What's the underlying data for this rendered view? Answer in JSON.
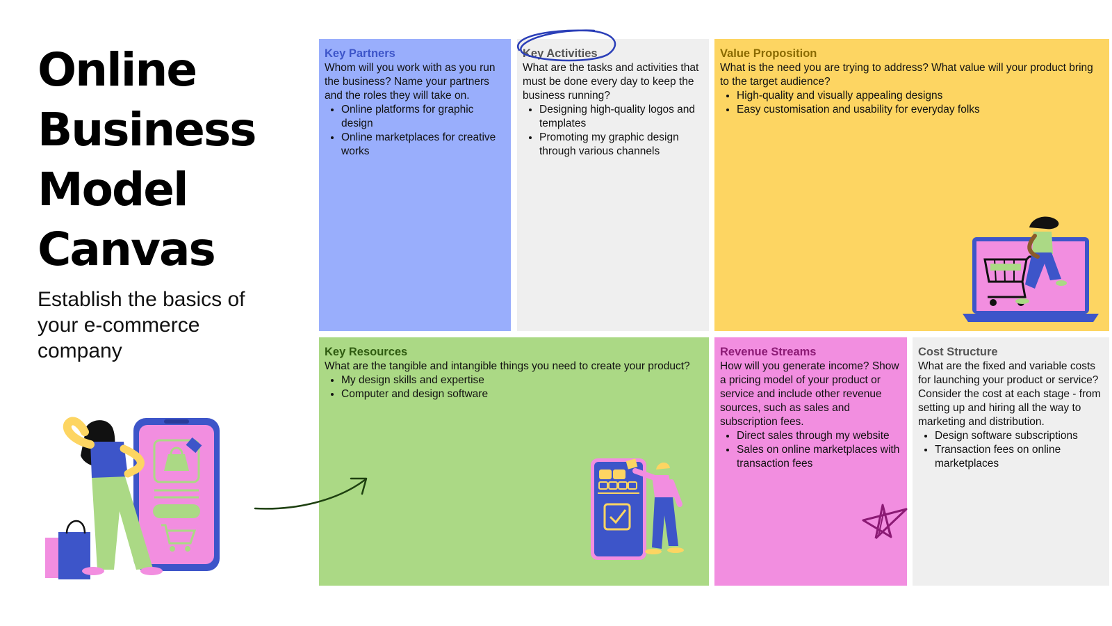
{
  "title_lines": [
    "Online",
    "Business",
    "Model",
    "Canvas"
  ],
  "subtitle": "Establish the basics of your e-commerce company",
  "colors": {
    "key_partners_bg": "#99aefc",
    "key_activities_bg": "#efefef",
    "value_proposition_bg": "#fdd562",
    "key_resources_bg": "#abd985",
    "revenue_streams_bg": "#f28ee0",
    "cost_structure_bg": "#efefef",
    "accent_blue": "#3d55c9"
  },
  "icons": [
    "shopper-with-phone-illustration",
    "laptop-shopping-cart-illustration",
    "phone-vending-illustration",
    "curved-arrow-icon",
    "star-doodle-icon",
    "circle-highlight-doodle"
  ],
  "key_partners": {
    "heading": "Key Partners",
    "question": "Whom will you work with as you run the business? Name your partners and the roles they will take on.",
    "items": [
      "Online platforms for graphic design",
      "Online marketplaces for creative works"
    ]
  },
  "key_activities": {
    "heading": "Key Activities",
    "question": "What are the tasks and activities that must be done every day to keep the business running?",
    "items": [
      "Designing high-quality logos and templates",
      "Promoting my graphic design through various channels"
    ]
  },
  "value_proposition": {
    "heading": "Value Proposition",
    "question": "What is the need you are trying to address? What value will your product bring to the target audience?",
    "items": [
      "High-quality and visually appealing designs",
      "Easy customisation and usability for everyday folks"
    ]
  },
  "key_resources": {
    "heading": "Key Resources",
    "question": "What are the tangible and intangible things you need to create your product?",
    "items": [
      "My design skills and expertise",
      "Computer and design software"
    ]
  },
  "revenue_streams": {
    "heading": "Revenue Streams",
    "question": "How will you generate income? Show a pricing model of your product or service and include other revenue sources, such as sales and subscription fees.",
    "items": [
      "Direct sales through my website",
      "Sales on online marketplaces with transaction fees"
    ]
  },
  "cost_structure": {
    "heading": "Cost Structure",
    "question": "What are the fixed and variable costs for launching your product or service? Consider the cost at each stage - from setting up and hiring all the way to marketing and distribution.",
    "items": [
      "Design software subscriptions",
      "Transaction fees on online marketplaces"
    ]
  }
}
